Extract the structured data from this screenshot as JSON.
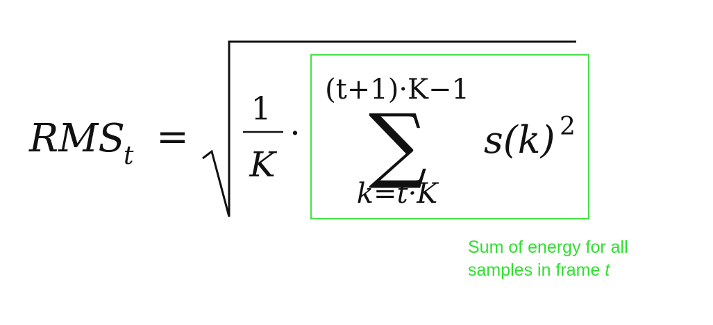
{
  "formula": {
    "lhs_main": "RMS",
    "lhs_sub": "t",
    "equals": "=",
    "frac_num": "1",
    "frac_den": "K",
    "dot": "·",
    "sum_symbol": "∑",
    "sum_upper": "(t+1)·K−1",
    "sum_lower": "k=t·K",
    "term_base": "s(k)",
    "term_exp": "2"
  },
  "annotation": {
    "line1": "Sum of energy for all",
    "line2_prefix": "samples in frame ",
    "line2_var": "t",
    "color": "#2fe02f"
  }
}
